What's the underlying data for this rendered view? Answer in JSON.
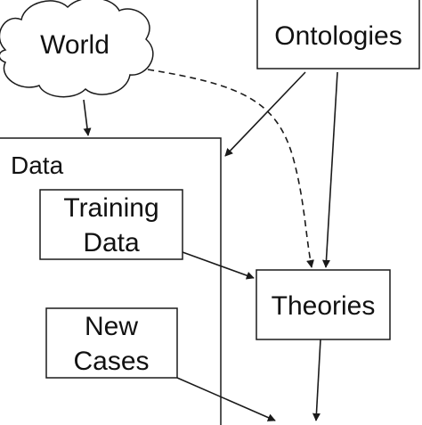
{
  "nodes": {
    "world": {
      "label": "World"
    },
    "ontologies": {
      "label": "Ontologies"
    },
    "data": {
      "label": "Data"
    },
    "training_data": {
      "lines": [
        "Training",
        "Data"
      ]
    },
    "new_cases": {
      "lines": [
        "New",
        "Cases"
      ]
    },
    "theories": {
      "label": "Theories"
    }
  },
  "edges": [
    {
      "from": "world",
      "to": "data",
      "style": "solid"
    },
    {
      "from": "world",
      "to": "theories",
      "style": "dashed"
    },
    {
      "from": "ontologies",
      "to": "data",
      "style": "solid"
    },
    {
      "from": "ontologies",
      "to": "theories",
      "style": "solid"
    },
    {
      "from": "training_data",
      "to": "theories",
      "style": "solid"
    },
    {
      "from": "new_cases",
      "to": "outside",
      "style": "solid"
    },
    {
      "from": "theories",
      "to": "outside",
      "style": "solid"
    }
  ],
  "colors": {
    "stroke": "#1a1a1a",
    "text": "#111111",
    "background": "#ffffff"
  }
}
